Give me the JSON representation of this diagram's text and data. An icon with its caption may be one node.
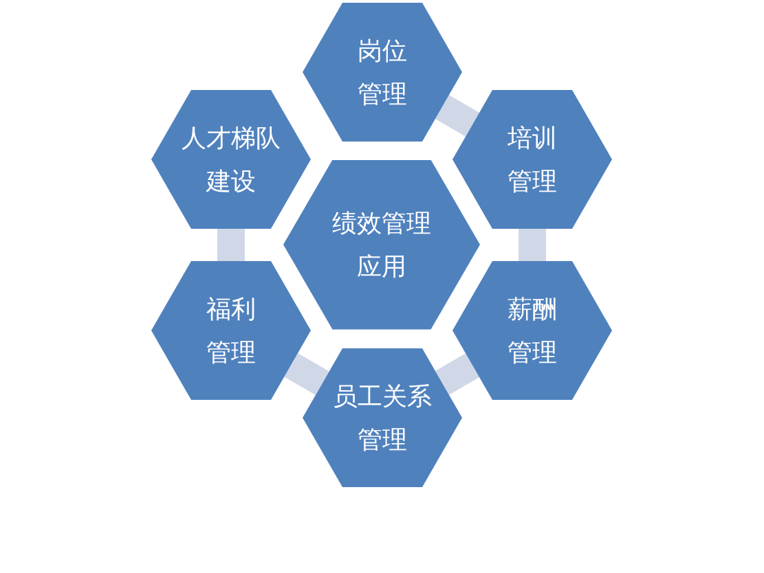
{
  "diagram": {
    "nodes": [
      {
        "text": [
          "岗位管理"
        ]
      },
      {
        "text": [
          "人才梯队建设"
        ]
      },
      {
        "text": [
          "培训管理"
        ]
      },
      {
        "text": [
          "绩效管理应用"
        ]
      },
      {
        "text": [
          "福利管理"
        ]
      },
      {
        "text": [
          "薪酬管理"
        ]
      },
      {
        "text": [
          "员工关系管理"
        ]
      }
    ],
    "edges": [
      {
        "from": 0,
        "to": 2,
        "arrow": "none"
      },
      {
        "from": 2,
        "to": 5,
        "arrow": "none"
      },
      {
        "from": 5,
        "to": 6,
        "arrow": "none"
      },
      {
        "from": 6,
        "to": 4,
        "arrow": "none"
      },
      {
        "from": 4,
        "to": 1,
        "arrow": "none"
      }
    ]
  }
}
